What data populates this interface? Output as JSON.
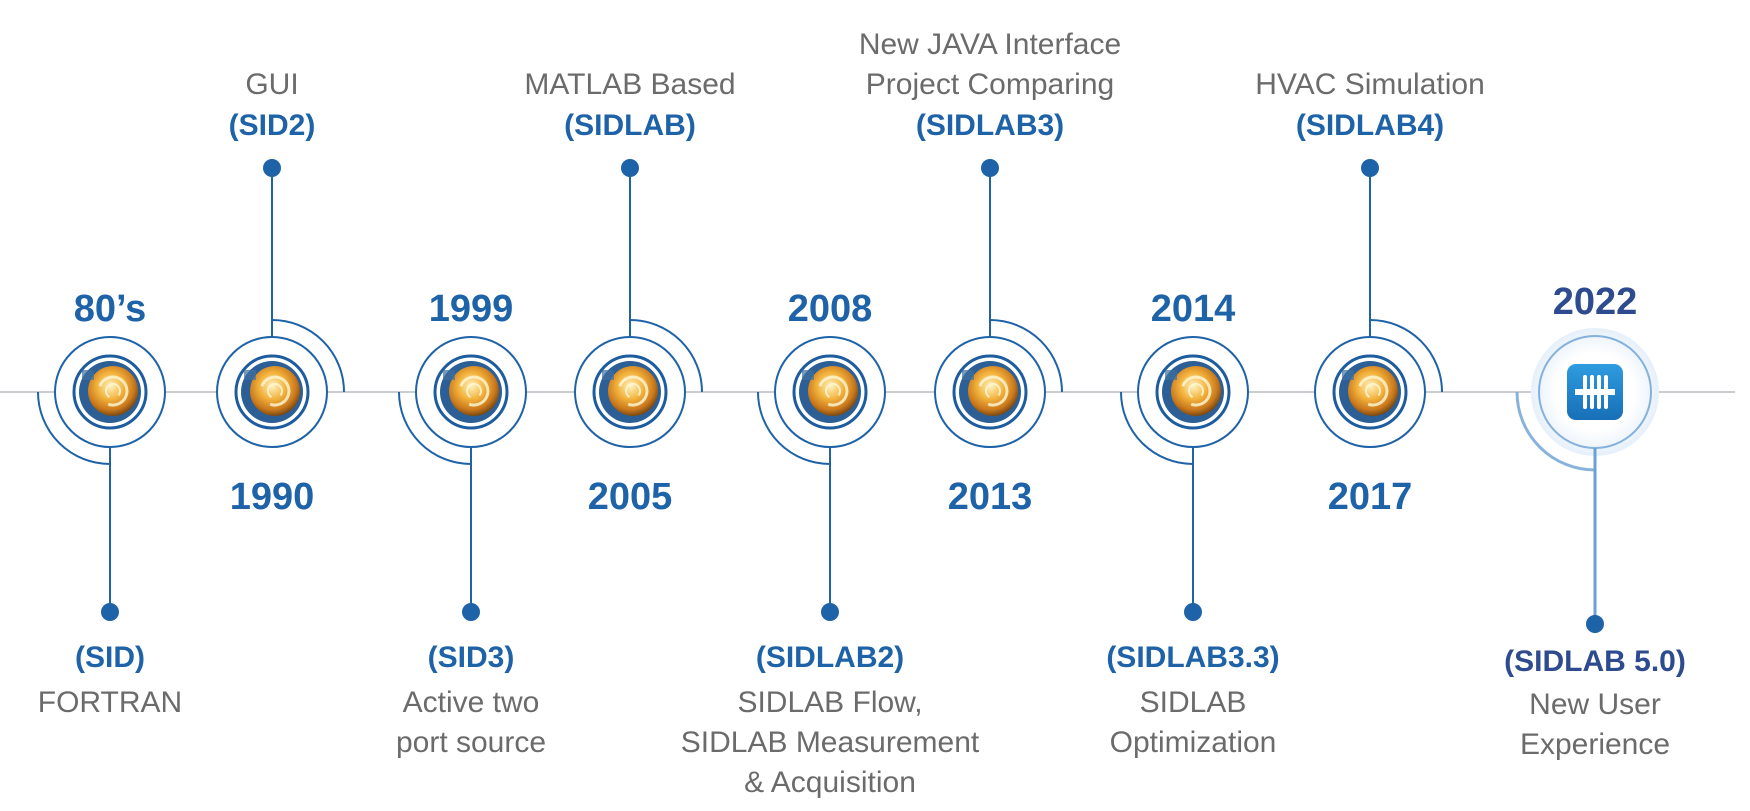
{
  "colors": {
    "accent": "#1e62a8",
    "final_accent": "#2d4b8e",
    "final_line": "#6aa0d4",
    "axis": "#c9cdd2",
    "description_text": "#6b6b6b"
  },
  "milestones": [
    {
      "year": "80’s",
      "version": "(SID)",
      "description": [
        "FORTRAN"
      ],
      "side": "below",
      "icon": "sidlab-globe-icon"
    },
    {
      "year": "1990",
      "version": "(SID2)",
      "description": [
        "GUI"
      ],
      "side": "above",
      "icon": "sidlab-globe-icon"
    },
    {
      "year": "1999",
      "version": "(SID3)",
      "description": [
        "Active two",
        "port source"
      ],
      "side": "below",
      "icon": "sidlab-globe-icon"
    },
    {
      "year": "2005",
      "version": "(SIDLAB)",
      "description": [
        "MATLAB Based"
      ],
      "side": "above",
      "icon": "sidlab-globe-icon"
    },
    {
      "year": "2008",
      "version": "(SIDLAB2)",
      "description": [
        "SIDLAB Flow,",
        "SIDLAB Measurement",
        "& Acquisition"
      ],
      "side": "below",
      "icon": "sidlab-globe-icon"
    },
    {
      "year": "2013",
      "version": "(SIDLAB3)",
      "description": [
        "New JAVA Interface",
        "Project Comparing"
      ],
      "side": "above",
      "icon": "sidlab-globe-icon"
    },
    {
      "year": "2014",
      "version": "(SIDLAB3.3)",
      "description": [
        "SIDLAB",
        "Optimization"
      ],
      "side": "below",
      "icon": "sidlab-globe-icon"
    },
    {
      "year": "2017",
      "version": "(SIDLAB4)",
      "description": [
        "HVAC Simulation"
      ],
      "side": "above",
      "icon": "sidlab-globe-icon"
    },
    {
      "year": "2022",
      "version": "(SIDLAB 5.0)",
      "description": [
        "New User",
        "Experience"
      ],
      "side": "below",
      "icon": "muffler-app-icon"
    }
  ]
}
